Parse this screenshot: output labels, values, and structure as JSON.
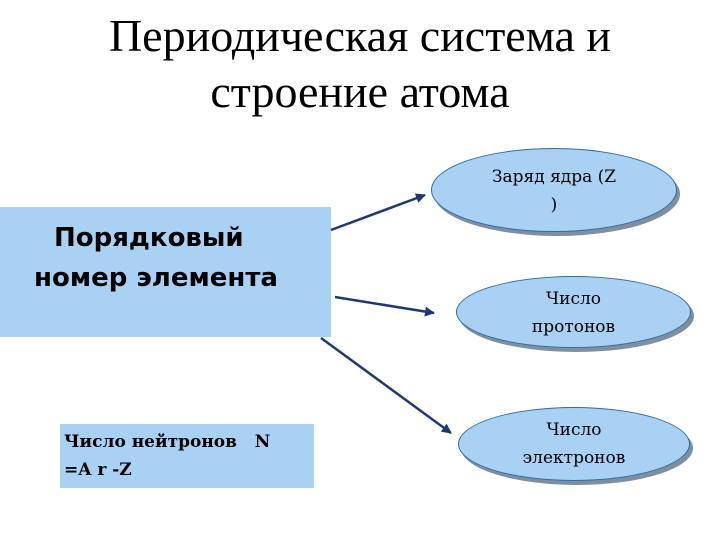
{
  "title": {
    "line1": "Периодическая система и",
    "line2": "строение атома"
  },
  "main_box": {
    "line1": "Порядковый",
    "line2": "номер элемента"
  },
  "targets": [
    {
      "line1": "Заряд ядра (Z",
      "line2": ")"
    },
    {
      "line1": "Число",
      "line2": "протонов"
    },
    {
      "line1": "Число",
      "line2": "электронов"
    }
  ],
  "neutron_box": {
    "line1": "Число нейтронов   N",
    "line2": "=A r -Z"
  },
  "colors": {
    "box_fill": "#a9d1f4",
    "ellipse_border": "#2e6d9e",
    "arrow": "#1f3a73"
  }
}
